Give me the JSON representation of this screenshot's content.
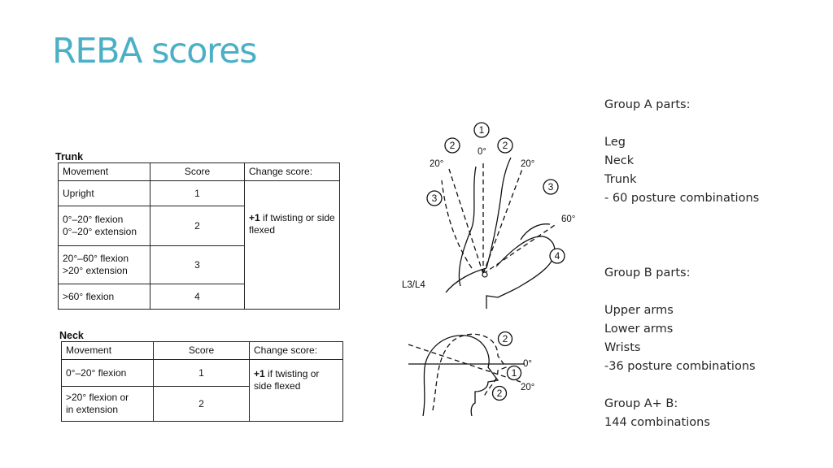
{
  "slide": {
    "title": "REBA scores"
  },
  "trunk_table": {
    "label": "Trunk",
    "headers": {
      "movement": "Movement",
      "score": "Score",
      "change": "Change score:"
    },
    "rows": [
      {
        "movement": "Upright",
        "score": "1"
      },
      {
        "movement": "0°–20° flexion\n0°–20° extension",
        "score": "2"
      },
      {
        "movement": "20°–60° flexion\n>20°  extension",
        "score": "3"
      },
      {
        "movement": ">60° flexion",
        "score": "4"
      }
    ],
    "change_score_bold": "+1",
    "change_score_text": " if twisting or side flexed"
  },
  "neck_table": {
    "label": "Neck",
    "headers": {
      "movement": "Movement",
      "score": "Score",
      "change": "Change score:"
    },
    "rows": [
      {
        "movement": "0°–20° flexion",
        "score": "1"
      },
      {
        "movement": ">20° flexion or\nin extension",
        "score": "2"
      }
    ],
    "change_score_bold": "+1",
    "change_score_text": " if twisting or side flexed"
  },
  "trunk_diagram": {
    "markers": [
      "1",
      "2",
      "2",
      "3",
      "3",
      "4"
    ],
    "angles": [
      "0°",
      "20°",
      "20°",
      "60°"
    ],
    "spine_label": "L3/L4"
  },
  "neck_diagram": {
    "markers": [
      "2",
      "1",
      "2"
    ],
    "angles": [
      "0°",
      "20°"
    ]
  },
  "side_panel": {
    "group_a_title": "Group A parts:",
    "group_a_items": [
      "Leg",
      "Neck",
      "Trunk",
      "- 60 posture combinations"
    ],
    "group_b_title": "Group B parts:",
    "group_b_items": [
      "Upper arms",
      "Lower arms",
      "Wrists",
      "-36 posture combinations"
    ],
    "group_ab_title": "Group A+ B:",
    "group_ab_text": "144 combinations"
  }
}
